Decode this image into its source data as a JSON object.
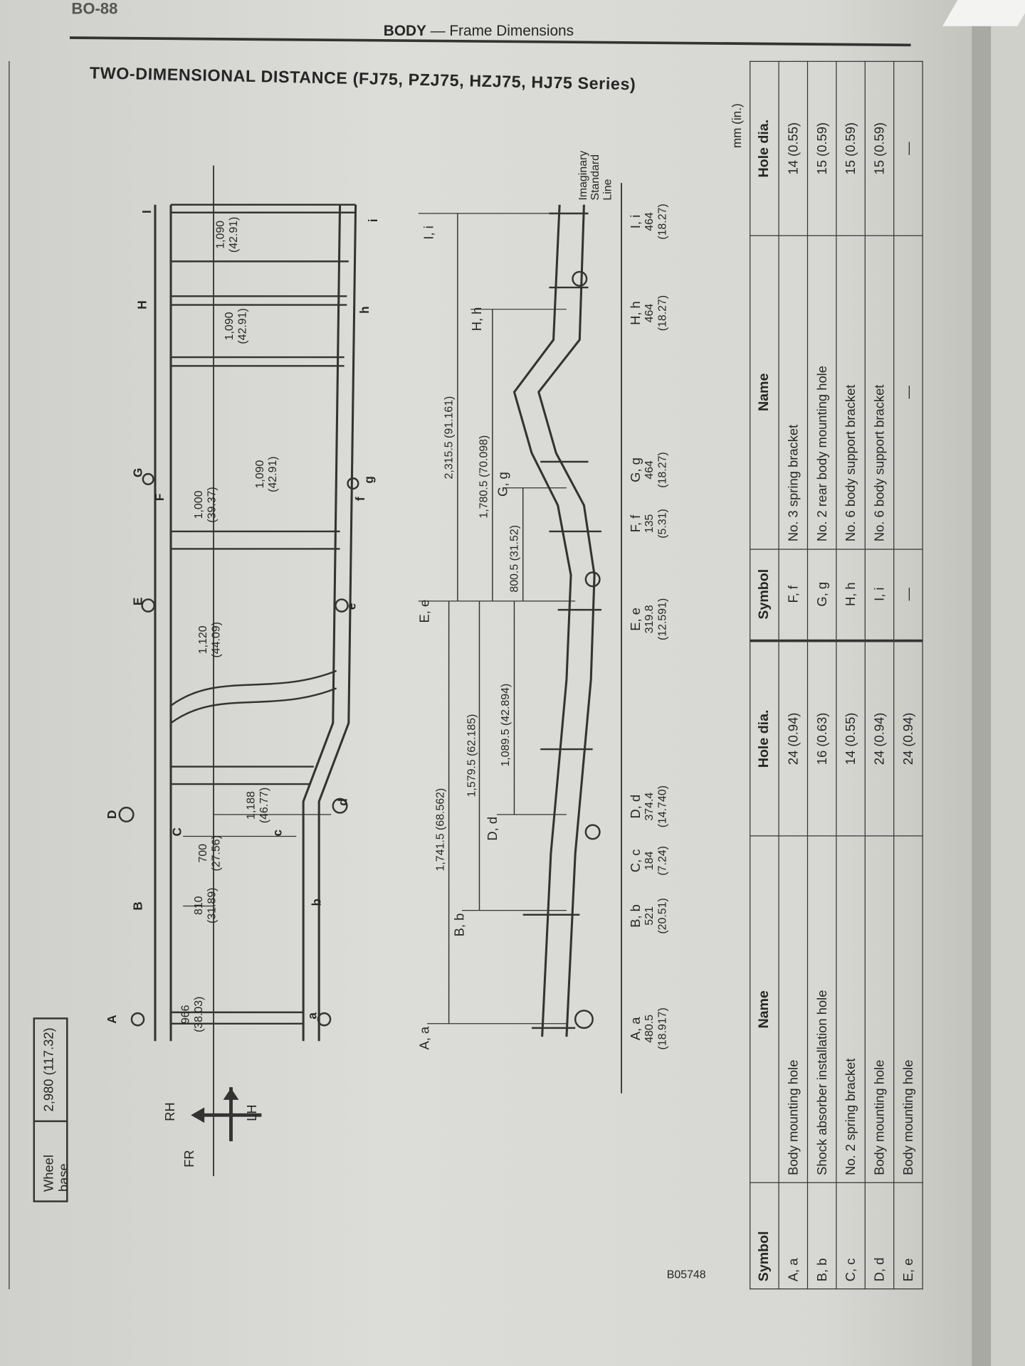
{
  "header": {
    "page_number": "BO-88",
    "section": "BODY",
    "dash": "—",
    "subsection": "Frame Dimensions"
  },
  "title": "TWO-DIMENSIONAL DISTANCE (FJ75, PZJ75, HZJ75, HJ75 Series)",
  "figure_code": "B05748",
  "wheel_base": {
    "label": "Wheel base",
    "value": "2,980 (117.32)"
  },
  "direction": {
    "front": "FR",
    "right": "RH",
    "left": "LH"
  },
  "units": "mm (in.)",
  "standard_line_label": [
    "Imaginary",
    "Standard",
    "Line"
  ],
  "top_view": {
    "upper_labels": [
      "A",
      "B",
      "C",
      "D",
      "E",
      "F",
      "G",
      "H",
      "I"
    ],
    "lower_labels": [
      "a",
      "b",
      "c",
      "d",
      "e",
      "f",
      "g",
      "h",
      "i"
    ],
    "dimensions": [
      {
        "mm": "966",
        "in": "(38.03)"
      },
      {
        "mm": "810",
        "in": "(31.89)"
      },
      {
        "mm": "700",
        "in": "(27.56)"
      },
      {
        "mm": "1,188",
        "in": "(46.77)"
      },
      {
        "mm": "1,120",
        "in": "(44.09)"
      },
      {
        "mm": "1,000",
        "in": "(39.37)"
      },
      {
        "mm": "1,090",
        "in": "(42.91)"
      },
      {
        "mm": "1,090",
        "in": "(42.91)"
      },
      {
        "mm": "1,090",
        "in": "(42.91)"
      }
    ]
  },
  "side_view": {
    "labels": [
      "A, a",
      "B, b",
      "D, d",
      "E, e",
      "G, g",
      "H, h",
      "I, i"
    ],
    "distances": [
      "1,741.5 (68.562)",
      "1,579.5 (62.185)",
      "1,089.5 (42.894)",
      "2,315.5 (91.161)",
      "1,780.5 (70.098)",
      "800.5 (31.52)"
    ],
    "heights": [
      {
        "symbol": "A, a",
        "mm": "480.5",
        "in": "(18.917)"
      },
      {
        "symbol": "B, b",
        "mm": "521",
        "in": "(20.51)"
      },
      {
        "symbol": "C, c",
        "mm": "184",
        "in": "(7.24)"
      },
      {
        "symbol": "D, d",
        "mm": "374.4",
        "in": "(14.740)"
      },
      {
        "symbol": "E, e",
        "mm": "319.8",
        "in": "(12.591)"
      },
      {
        "symbol": "F, f",
        "mm": "135",
        "in": "(5.31)"
      },
      {
        "symbol": "G, g",
        "mm": "464",
        "in": "(18.27)"
      },
      {
        "symbol": "H, h",
        "mm": "464",
        "in": "(18.27)"
      },
      {
        "symbol": "I, i",
        "mm": "464",
        "in": "(18.27)"
      }
    ]
  },
  "table": {
    "headers": [
      "Symbol",
      "Name",
      "Hole dia."
    ],
    "left_rows": [
      {
        "symbol": "A, a",
        "name": "Body mounting hole",
        "hole": "24 (0.94)"
      },
      {
        "symbol": "B, b",
        "name": "Shock absorber installation hole",
        "hole": "16 (0.63)"
      },
      {
        "symbol": "C, c",
        "name": "No. 2 spring bracket",
        "hole": "14 (0.55)"
      },
      {
        "symbol": "D, d",
        "name": "Body mounting hole",
        "hole": "24 (0.94)"
      },
      {
        "symbol": "E, e",
        "name": "Body mounting hole",
        "hole": "24 (0.94)"
      }
    ],
    "right_rows": [
      {
        "symbol": "F, f",
        "name": "No. 3 spring bracket",
        "hole": "14 (0.55)"
      },
      {
        "symbol": "G, g",
        "name": "No. 2 rear body mounting hole",
        "hole": "15 (0.59)"
      },
      {
        "symbol": "H, h",
        "name": "No. 6 body support bracket",
        "hole": "15 (0.59)"
      },
      {
        "symbol": "I, i",
        "name": "No. 6 body support bracket",
        "hole": "15 (0.59)"
      },
      {
        "symbol": "—",
        "name": "—",
        "hole": "—"
      }
    ]
  }
}
